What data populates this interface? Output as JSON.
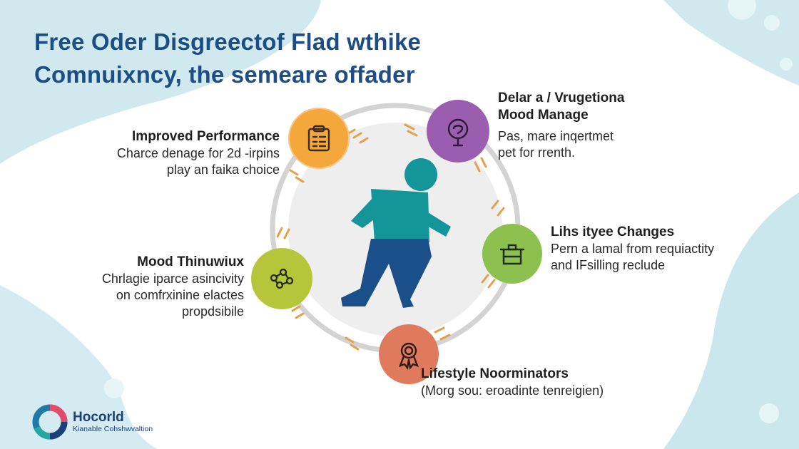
{
  "title": {
    "line1": "Free Oder Disgreectof Flad wthike",
    "line2": "Comnuixncy, the semeare offader"
  },
  "nodes": [
    {
      "key": "improved-performance",
      "heading": "Improved Performance",
      "desc": [
        "Charce denage for 2d -irpins",
        "play an faika choice"
      ],
      "color": "#f4a73a",
      "icon": "clipboard-icon"
    },
    {
      "key": "mood-manage",
      "heading_top": "Delar a / Vrugetiona",
      "heading": "Mood Manage",
      "desc": [
        "Pas, mare inqertmet",
        "pet for rrenth."
      ],
      "color": "#9b5db0",
      "icon": "head-icon"
    },
    {
      "key": "lifestyle-changes",
      "heading": "Lihs ityee Changes",
      "desc": [
        "Pern a lamal from requiactity",
        "and IFsilling reclude"
      ],
      "color": "#8cc04f",
      "icon": "pot-icon"
    },
    {
      "key": "lifestyle-noorminators",
      "heading": "Lifestyle Noorminators",
      "desc": [
        "(Morg sou: eroadinte tenreigien)"
      ],
      "color": "#e07a5c",
      "icon": "award-icon"
    },
    {
      "key": "mood-thinuwiux",
      "heading": "Mood Thinuwiux",
      "desc": [
        "Chrlagie iparce asincivity",
        "on comfrxinine elactes",
        "propdsibile"
      ],
      "color": "#b5c63a",
      "icon": "network-icon"
    }
  ],
  "center": {
    "icon": "running-person-icon"
  },
  "logo": {
    "name": "Hocorld",
    "tagline": "Kianable Cohshwvaltion",
    "icon": "logo-ring-icon"
  },
  "colors": {
    "title": "#1d4d86",
    "blob": "#cfe9ef",
    "ring": "#d0d0d0",
    "person_head": "#14959a",
    "person_body": "#1a4f8a"
  }
}
